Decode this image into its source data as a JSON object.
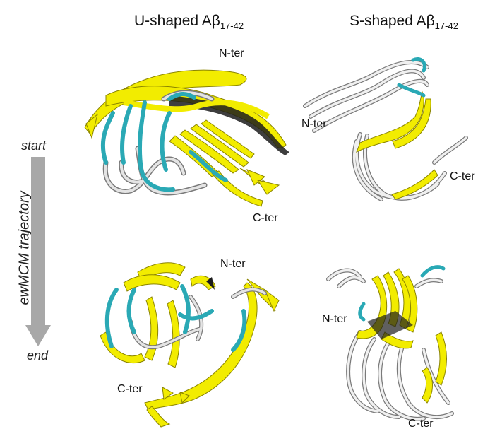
{
  "header": {
    "u_title": "U-shaped Aβ",
    "u_sub": "17-42",
    "s_title": "S-shaped Aβ",
    "s_sub": "17-42"
  },
  "axis": {
    "start": "start",
    "end": "end",
    "label": "ewMCM trajectory"
  },
  "panels": {
    "u_start": {
      "n_term": "N-ter",
      "c_term": "C-ter"
    },
    "s_start": {
      "n_term": "N-ter",
      "c_term": "C-ter"
    },
    "u_end": {
      "n_term": "N-ter",
      "c_term": "C-ter"
    },
    "s_end": {
      "n_term": "N-ter",
      "c_term": "C-ter"
    }
  },
  "colors": {
    "strand": "#f2ec00",
    "strand_edge": "#8a8400",
    "coil": "#d4d4d4",
    "coil_edge": "#7a7a7a",
    "turn": "#2aa9b5",
    "arrow": "#a8a8a8"
  }
}
